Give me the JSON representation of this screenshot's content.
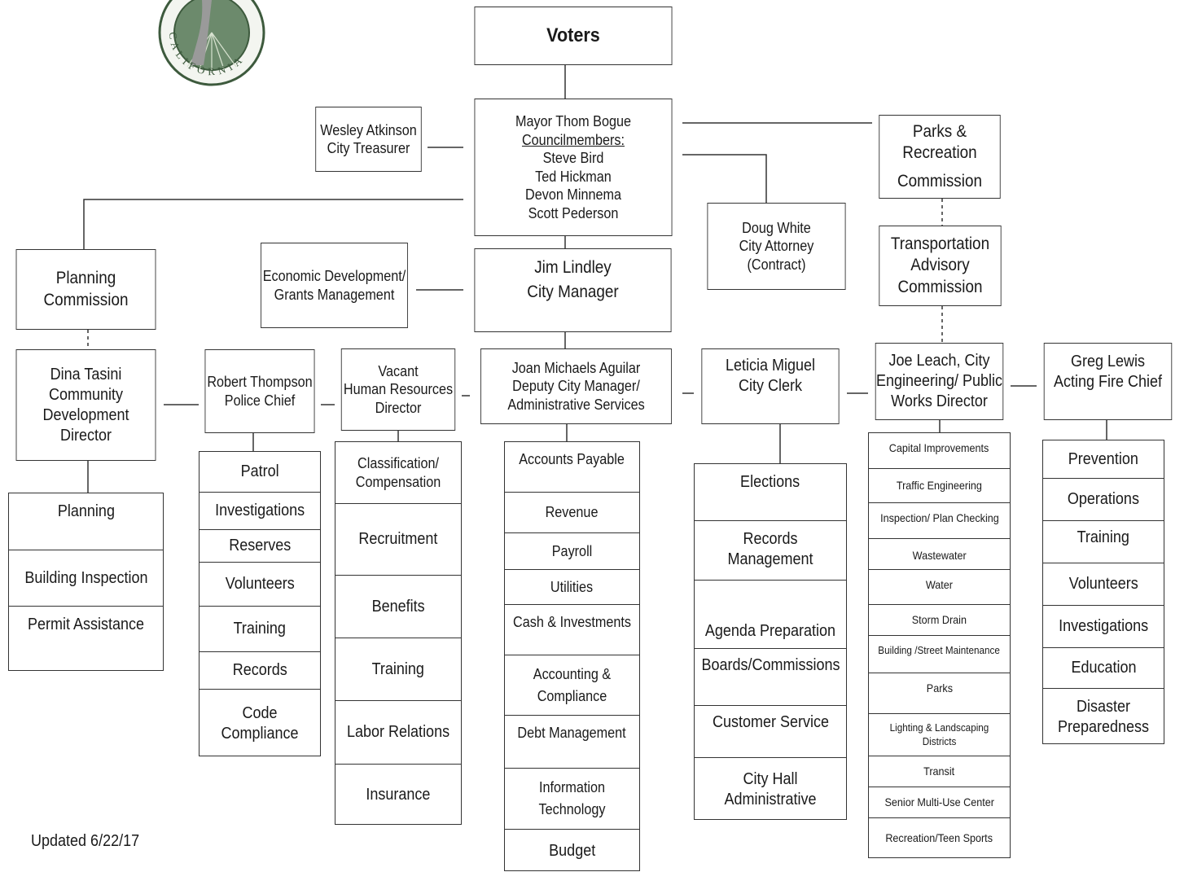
{
  "seal": {
    "text": "CALIFORNIA"
  },
  "voters": "Voters",
  "council": {
    "mayor": "Mayor Thom Bogue",
    "heading": "Councilmembers:",
    "members": [
      "Steve Bird",
      "Ted Hickman",
      "Devon Minnema",
      "Scott Pederson"
    ]
  },
  "treasurer": [
    "Wesley Atkinson",
    "City Treasurer"
  ],
  "parks": [
    "Parks & Recreation",
    "Commission"
  ],
  "attorney": [
    "Doug White",
    "City Attorney",
    "(Contract)"
  ],
  "transportation": [
    "Transportation",
    "Advisory",
    "Commission"
  ],
  "planning_commission": "Planning Commission",
  "econ": [
    "Economic Development/",
    "Grants Management"
  ],
  "city_manager": [
    "Jim Lindley",
    "City Manager"
  ],
  "departments": {
    "community_dev": {
      "title": [
        "Dina Tasini",
        "Community",
        "Development Director"
      ],
      "items": [
        "Planning",
        "Building Inspection",
        "Permit Assistance"
      ]
    },
    "police": {
      "title": [
        "Robert Thompson",
        "Police Chief"
      ],
      "items": [
        "Patrol",
        "Investigations",
        "Reserves",
        "Volunteers",
        "Training",
        "Records",
        "Code Compliance"
      ]
    },
    "hr": {
      "title": [
        "Vacant",
        "Human Resources",
        "Director"
      ],
      "items": [
        "Classification/ Compensation",
        "Recruitment",
        "Benefits",
        "Training",
        "Labor Relations",
        "Insurance"
      ]
    },
    "admin": {
      "title": [
        "Joan Michaels Aguilar",
        "Deputy City Manager/",
        "Administrative Services"
      ],
      "items": [
        "Accounts Payable",
        "Revenue",
        "Payroll",
        "Utilities",
        "Cash & Investments",
        "Accounting & Compliance",
        "Debt Management",
        "Information Technology",
        "Budget"
      ]
    },
    "clerk": {
      "title": [
        "Leticia Miguel",
        "City Clerk"
      ],
      "items": [
        "Elections",
        "Records Management",
        "Agenda Preparation",
        "Boards/Commissions",
        "Customer Service",
        "City Hall Administrative"
      ]
    },
    "public_works": {
      "title": [
        "Joe Leach, City",
        "Engineering/ Public",
        "Works Director"
      ],
      "items": [
        "Capital Improvements",
        "Traffic Engineering",
        "Inspection/ Plan Checking",
        "Wastewater",
        "Water",
        "Storm Drain",
        "Building /Street Maintenance",
        "Parks",
        "Lighting & Landscaping Districts",
        "Transit",
        "Senior Multi-Use Center",
        "Recreation/Teen Sports"
      ]
    },
    "fire": {
      "title": [
        "Greg Lewis",
        "Acting Fire Chief"
      ],
      "items": [
        "Prevention",
        "Operations",
        "Training",
        "Volunteers",
        "Investigations",
        "Education",
        "Disaster Preparedness"
      ]
    }
  },
  "updated": "Updated 6/22/17"
}
